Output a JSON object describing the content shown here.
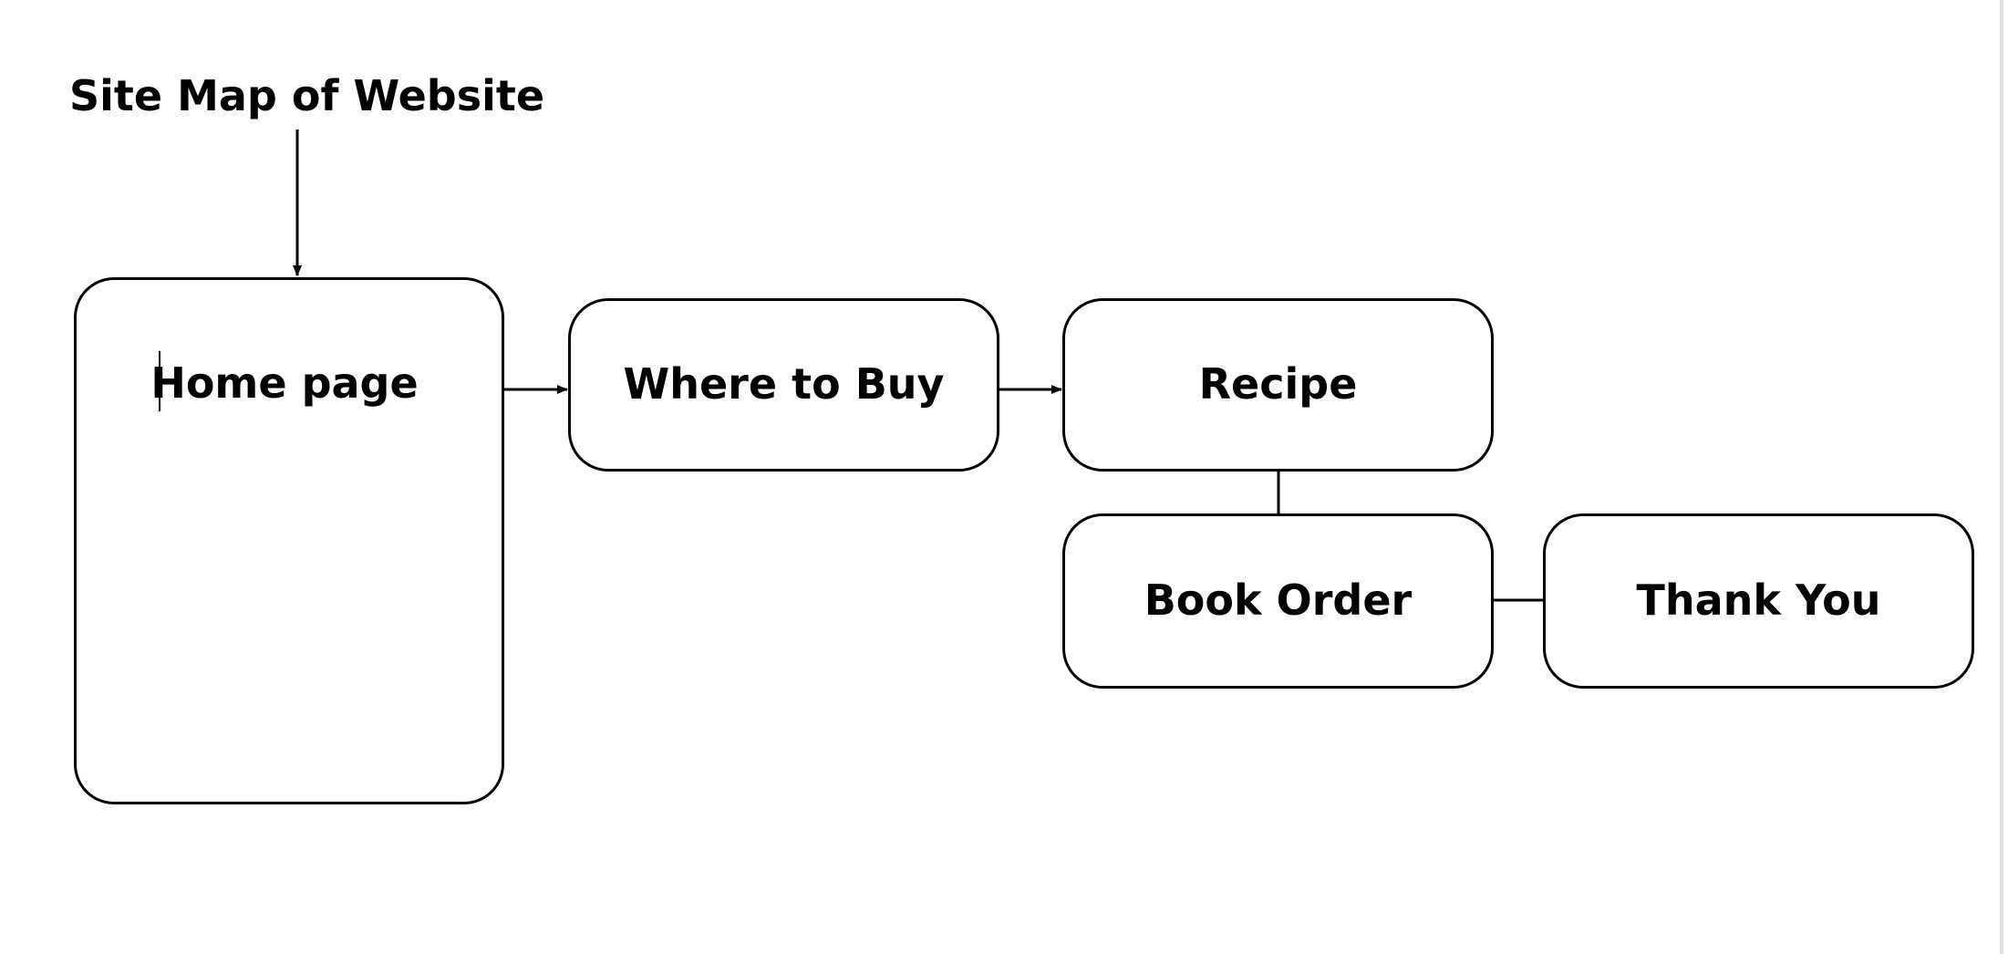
{
  "diagram": {
    "title": "Site Map of Website",
    "nodes": [
      {
        "id": "home",
        "label": "Home page"
      },
      {
        "id": "where_to_buy",
        "label": "Where to Buy"
      },
      {
        "id": "recipe",
        "label": "Recipe"
      },
      {
        "id": "book_order",
        "label": "Book Order"
      },
      {
        "id": "thank_you",
        "label": "Thank You"
      }
    ],
    "edges": [
      {
        "from": "title",
        "to": "home"
      },
      {
        "from": "home",
        "to": "where_to_buy"
      },
      {
        "from": "where_to_buy",
        "to": "recipe"
      },
      {
        "from": "recipe",
        "to": "book_order"
      },
      {
        "from": "book_order",
        "to": "thank_you"
      }
    ],
    "colors": {
      "stroke": "#000000",
      "background": "#ffffff"
    }
  }
}
